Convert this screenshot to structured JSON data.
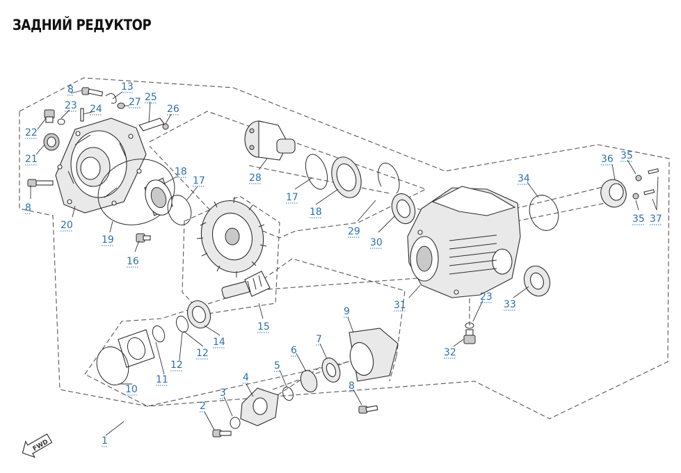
{
  "title": "ЗАДНИЙ РЕДУКТОР",
  "colors": {
    "callout": "#2a6fb0",
    "line": "#2b2b2b",
    "frame": "#555555"
  },
  "fwd_arrow": {
    "text": "FWD",
    "icon": "fwd-arrow-icon"
  },
  "callouts": [
    {
      "id": "c8a",
      "text": "8"
    },
    {
      "id": "c13",
      "text": "13"
    },
    {
      "id": "c23a",
      "text": "23"
    },
    {
      "id": "c24",
      "text": "24"
    },
    {
      "id": "c27",
      "text": "27"
    },
    {
      "id": "c25",
      "text": "25"
    },
    {
      "id": "c26",
      "text": "26"
    },
    {
      "id": "c22",
      "text": "22"
    },
    {
      "id": "c21",
      "text": "21"
    },
    {
      "id": "c8b",
      "text": "8"
    },
    {
      "id": "c20",
      "text": "20"
    },
    {
      "id": "c19",
      "text": "19"
    },
    {
      "id": "c18a",
      "text": "18"
    },
    {
      "id": "c17a",
      "text": "17"
    },
    {
      "id": "c16",
      "text": "16"
    },
    {
      "id": "c28",
      "text": "28"
    },
    {
      "id": "c17b",
      "text": "17"
    },
    {
      "id": "c18b",
      "text": "18"
    },
    {
      "id": "c29",
      "text": "29"
    },
    {
      "id": "c30",
      "text": "30"
    },
    {
      "id": "c34",
      "text": "34"
    },
    {
      "id": "c36",
      "text": "36"
    },
    {
      "id": "c35a",
      "text": "35"
    },
    {
      "id": "c35b",
      "text": "35"
    },
    {
      "id": "c37",
      "text": "37"
    },
    {
      "id": "c31",
      "text": "31"
    },
    {
      "id": "c23b",
      "text": "23"
    },
    {
      "id": "c33",
      "text": "33"
    },
    {
      "id": "c32",
      "text": "32"
    },
    {
      "id": "c15",
      "text": "15"
    },
    {
      "id": "c14",
      "text": "14"
    },
    {
      "id": "c12a",
      "text": "12"
    },
    {
      "id": "c12b",
      "text": "12"
    },
    {
      "id": "c11",
      "text": "11"
    },
    {
      "id": "c10",
      "text": "10"
    },
    {
      "id": "c9",
      "text": "9"
    },
    {
      "id": "c7",
      "text": "7"
    },
    {
      "id": "c6",
      "text": "6"
    },
    {
      "id": "c5",
      "text": "5"
    },
    {
      "id": "c4",
      "text": "4"
    },
    {
      "id": "c3",
      "text": "3"
    },
    {
      "id": "c2",
      "text": "2"
    },
    {
      "id": "c8c",
      "text": "8"
    },
    {
      "id": "c1",
      "text": "1"
    }
  ]
}
